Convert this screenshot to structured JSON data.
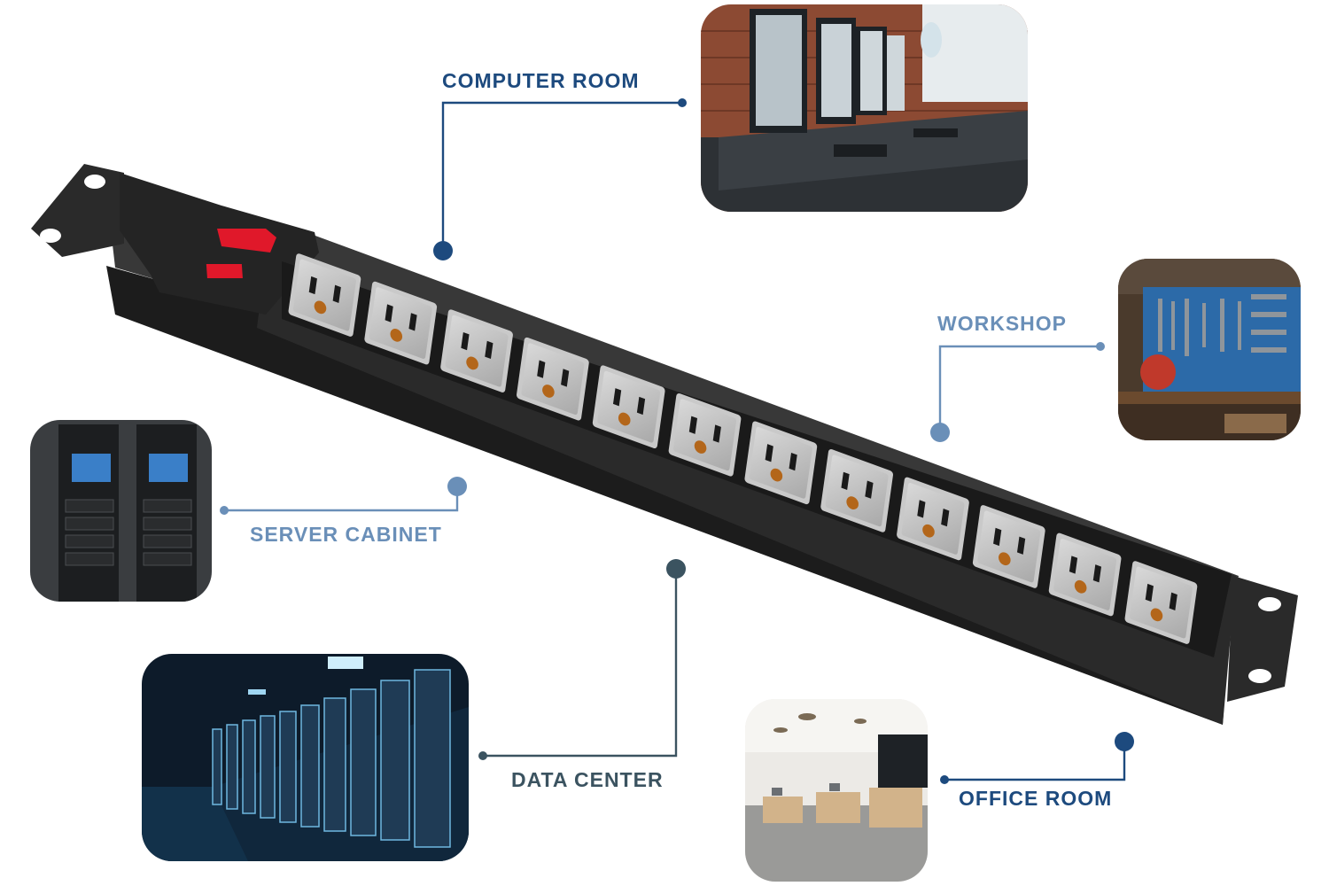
{
  "colors": {
    "navy": "#1d4a7e",
    "steel": "#6a8fb8",
    "slate": "#3b5360",
    "pdu_body": "#2b2b2b",
    "switch_red": "#e0182a",
    "outlet_gray": "#c9c9c9",
    "ground_hole": "#b3661a"
  },
  "icons": {
    "pdu": "power-strip-icon",
    "connector": "connector-dot-icon"
  },
  "pdu": {
    "outlet_count": 12
  },
  "locations": {
    "computer_room": "COMPUTER ROOM",
    "workshop": "WORKSHOP",
    "server_cabinet": "SERVER CABINET",
    "data_center": "DATA CENTER",
    "office_room": "OFFICE ROOM"
  }
}
